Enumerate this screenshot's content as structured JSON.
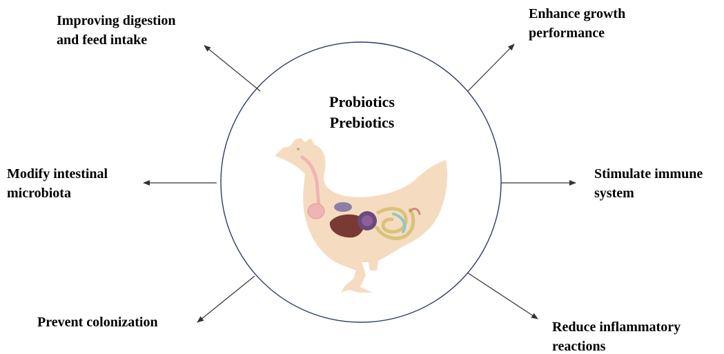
{
  "center": {
    "title_line1": "Probiotics",
    "title_line2": "Prebiotics",
    "illustration": "chicken-digestive-tract-illustration"
  },
  "effects": {
    "top_left": {
      "line1": "Improving digestion",
      "line2": "and feed intake"
    },
    "top_right": {
      "line1": "Enhance growth",
      "line2": "performance"
    },
    "middle_left": {
      "line1": "Modify intestinal",
      "line2": "microbiota"
    },
    "middle_right": {
      "line1": "Stimulate immune",
      "line2": "system"
    },
    "bottom_left": {
      "line1": "Prevent colonization"
    },
    "bottom_right": {
      "line1": "Reduce inflammatory",
      "line2": "reactions"
    }
  },
  "colors": {
    "circle_stroke": "#2b3a67",
    "arrow": "#333333",
    "chicken_body": "#f5dcc0",
    "gut_pink": "#f0b4b4",
    "liver": "#7a3a34",
    "gizzard": "#6a4a7a",
    "intestine": "#d9c27a",
    "intestine_teal": "#8fc7c4"
  }
}
